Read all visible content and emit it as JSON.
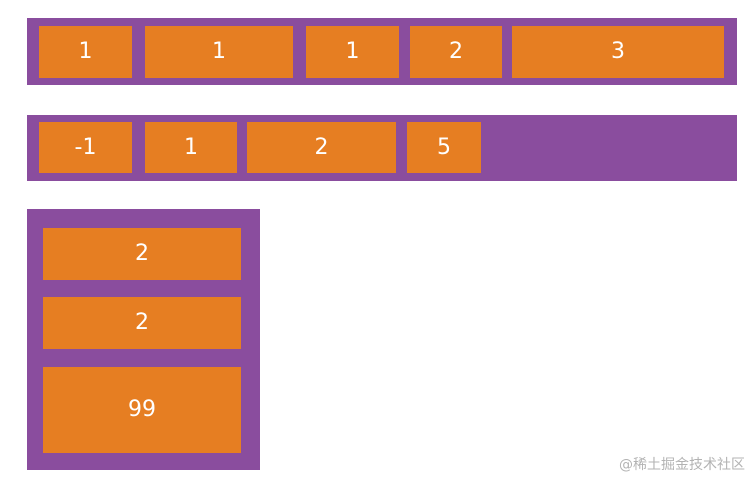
{
  "colors": {
    "container": "#8a4d9e",
    "item": "#e67e22",
    "item_text": "#ffffff",
    "watermark": "#b3b3b3"
  },
  "row1": {
    "items": [
      "1",
      "1",
      "1",
      "2",
      "3"
    ]
  },
  "row2": {
    "items": [
      "-1",
      "1",
      "2",
      "5"
    ]
  },
  "column": {
    "items": [
      "2",
      "2",
      "99"
    ]
  },
  "watermark": "@稀土掘金技术社区"
}
